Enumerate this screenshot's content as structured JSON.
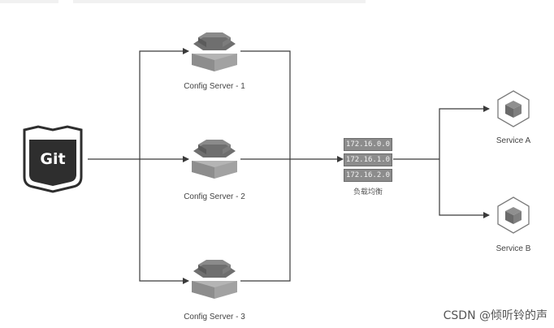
{
  "git": {
    "label": "Git"
  },
  "config_servers": [
    {
      "label": "Config Server - 1"
    },
    {
      "label": "Config Server - 2"
    },
    {
      "label": "Config Server - 3"
    }
  ],
  "load_balancer": {
    "ips": [
      "172.16.0.0",
      "172.16.1.0",
      "172.16.2.0"
    ],
    "label": "负载均衡"
  },
  "services": [
    {
      "label": "Service A"
    },
    {
      "label": "Service B"
    }
  ],
  "watermark": "CSDN @倾听铃的声",
  "colors": {
    "line": "#3a3a3a",
    "ip_box": "#8c8c8c",
    "server_dark": "#6f6f6f",
    "server_light": "#a9a9a9"
  }
}
